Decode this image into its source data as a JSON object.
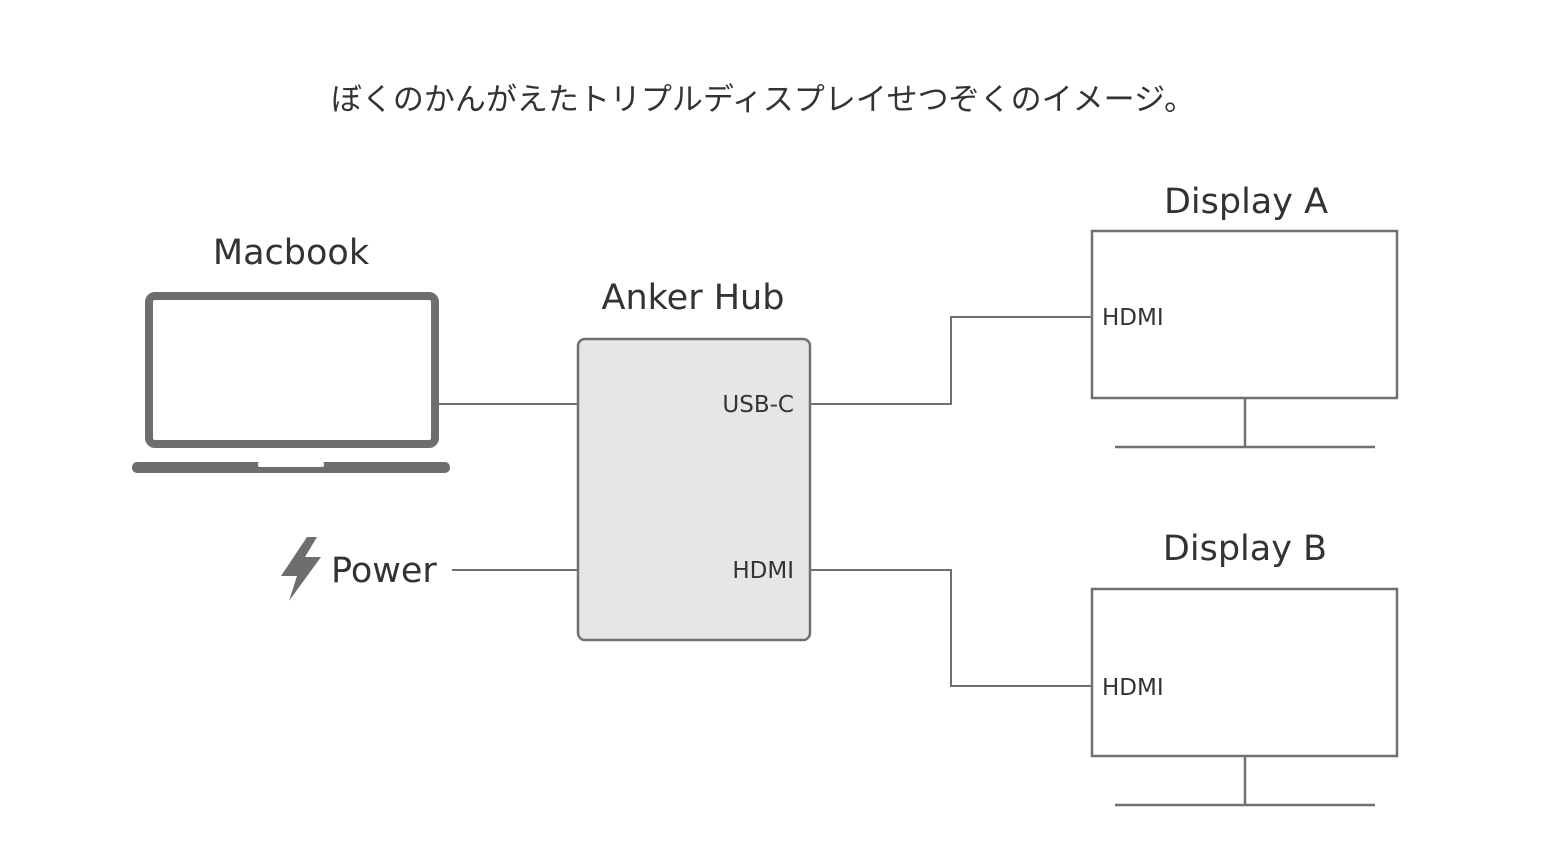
{
  "title": "ぼくのかんがえたトリプルディスプレイせつぞくのイメージ。",
  "devices": {
    "macbook": {
      "label": "Macbook"
    },
    "hub": {
      "label": "Anker Hub",
      "ports": {
        "usbc": "USB-C",
        "hdmi": "HDMI"
      }
    },
    "power": {
      "label": "Power"
    },
    "display_a": {
      "label": "Display A",
      "port": "HDMI"
    },
    "display_b": {
      "label": "Display B",
      "port": "HDMI"
    }
  },
  "connections": [
    {
      "from": "Macbook",
      "to": "Anker Hub"
    },
    {
      "from": "Power",
      "to": "Anker Hub"
    },
    {
      "from": "Anker Hub USB-C",
      "to": "Display A HDMI"
    },
    {
      "from": "Anker Hub HDMI",
      "to": "Display B HDMI"
    }
  ],
  "colors": {
    "stroke": "#707070",
    "device_gray": "#6e6e6e",
    "hub_fill": "#e6e6e6",
    "text": "#333333"
  },
  "icons": {
    "power": "lightning-bolt-icon",
    "macbook": "laptop-icon",
    "display": "monitor-icon"
  }
}
